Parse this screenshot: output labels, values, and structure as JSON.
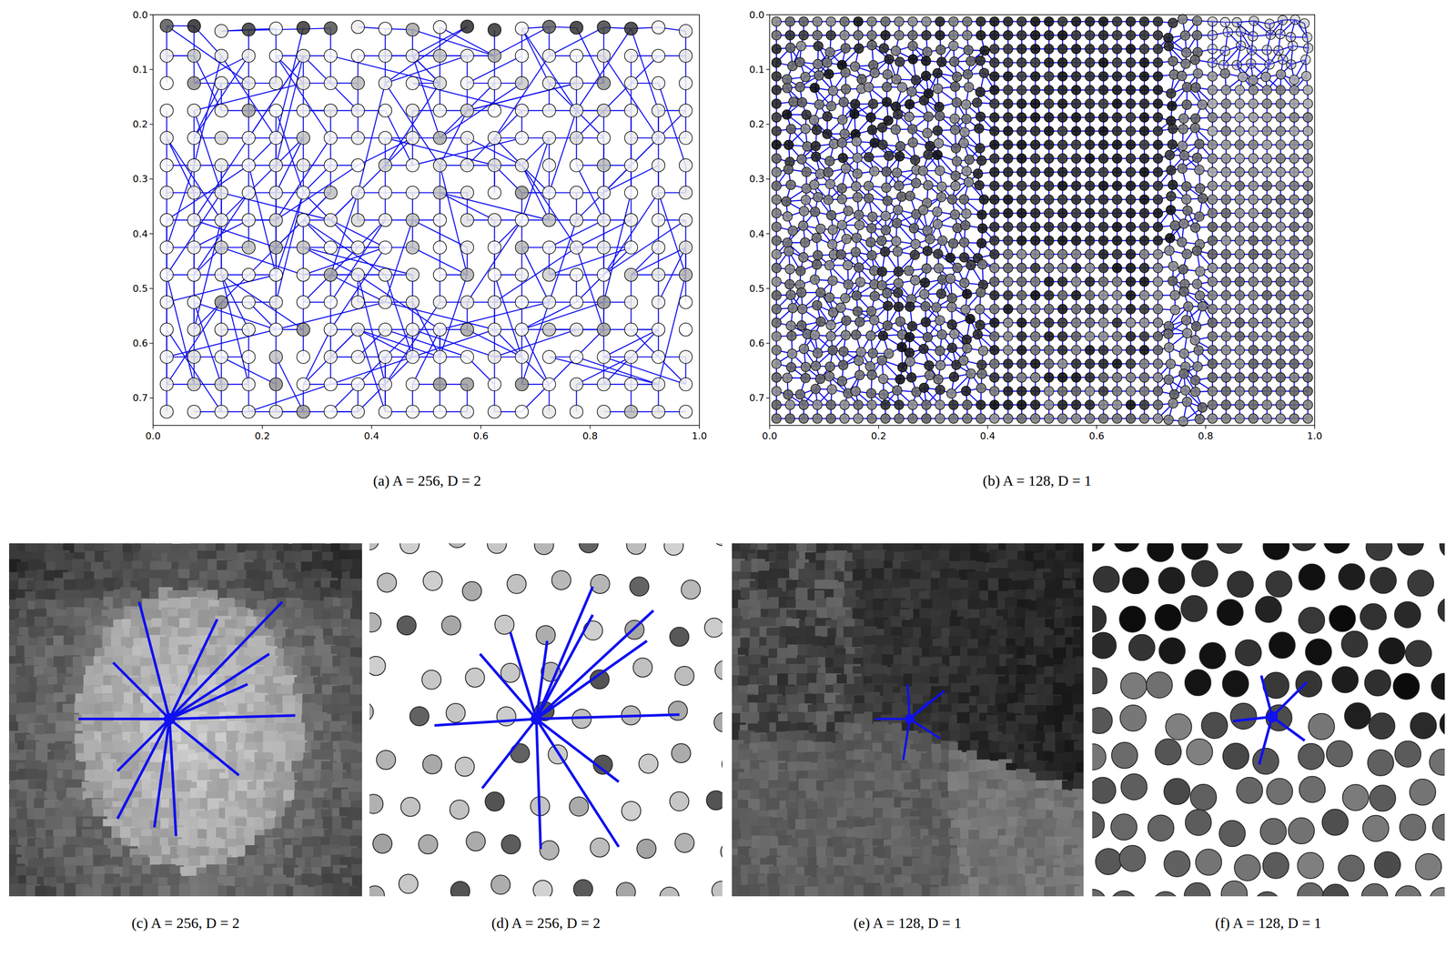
{
  "diagram": {
    "labels": [
      "0.0",
      "0.1",
      "0.2",
      "0.3",
      "0.4",
      "0.5",
      "0.6",
      "0.7",
      "0.0",
      "0.2",
      "0.4",
      "0.6",
      "0.8",
      "1.0",
      "0.0",
      "0.1",
      "0.2",
      "0.3",
      "0.4",
      "0.5",
      "0.6",
      "0.7",
      "0.0",
      "0.2",
      "0.4",
      "0.6",
      "0.8",
      "1.0",
      "(a) A = 256, D = 2",
      "(b) A = 128, D = 1",
      "(c) A = 256, D = 2",
      "(d) A = 256, D = 2",
      "(e) A = 128, D = 1",
      "(f) A = 128, D = 1"
    ]
  }
}
